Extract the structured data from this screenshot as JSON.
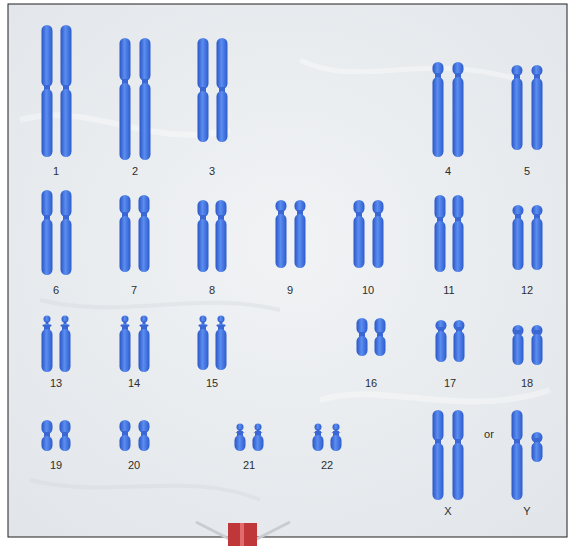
{
  "diagram": {
    "labels": [
      "1",
      "2",
      "3",
      "4",
      "5",
      "6",
      "7",
      "8",
      "9",
      "10",
      "11",
      "12",
      "13",
      "14",
      "15",
      "16",
      "17",
      "18",
      "19",
      "20",
      "21",
      "22",
      "X",
      "or",
      "Y"
    ]
  }
}
